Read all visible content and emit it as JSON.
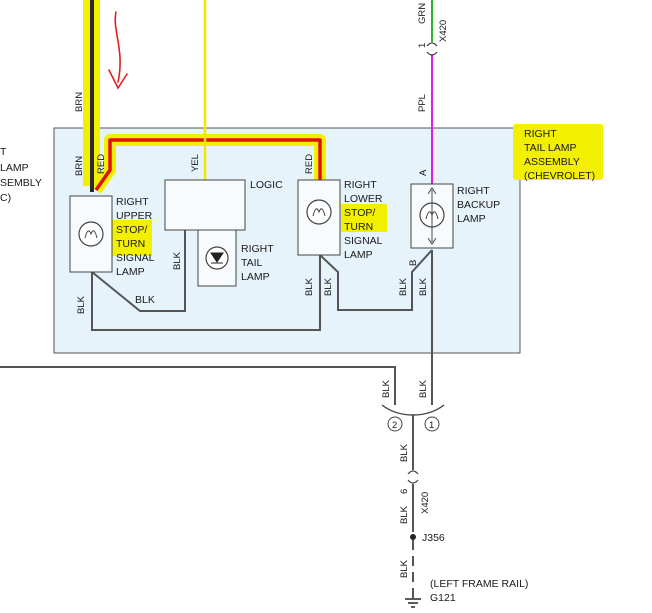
{
  "assembly": {
    "name_lines": [
      "RIGHT",
      "TAIL LAMP",
      "ASSEMBLY",
      "(CHEVROLET)"
    ],
    "left_cut_lines": [
      "T",
      "LAMP",
      "SEMBLY",
      "C)"
    ]
  },
  "wires": {
    "brn_top": "BRN",
    "brn_inner": "BRN",
    "red_upper": "RED",
    "yel": "YEL",
    "red_lower": "RED",
    "ppl": "PPL",
    "grn": "GRN",
    "blk_upper_lamp": "BLK",
    "blk_bottom": "BLK",
    "blk_tail": "BLK",
    "blk_lower_a": "BLK",
    "blk_lower_b": "BLK",
    "blk_backup_a": "BLK",
    "blk_backup_b": "BLK",
    "blk_split_left": "BLK",
    "blk_split_right": "BLK",
    "blk_mid": "BLK",
    "blk_lower_connector": "BLK",
    "blk_ground": "BLK"
  },
  "connectors": {
    "top_pin": "1",
    "top_id": "X420",
    "bottom_pin": "6",
    "bottom_id": "X420"
  },
  "components": {
    "upper_lamp": [
      "RIGHT",
      "UPPER",
      "STOP/",
      "TURN",
      "SIGNAL",
      "LAMP"
    ],
    "logic": "LOGIC",
    "tail_lamp": [
      "RIGHT",
      "TAIL",
      "LAMP"
    ],
    "lower_lamp": [
      "RIGHT",
      "LOWER",
      "STOP/",
      "TURN",
      "SIGNAL",
      "LAMP"
    ],
    "backup_lamp": [
      "RIGHT",
      "BACKUP",
      "LAMP"
    ],
    "pin_a": "A",
    "pin_b": "B"
  },
  "splice": {
    "left": "2",
    "right": "1"
  },
  "ground": {
    "junction": "J356",
    "location": "(LEFT FRAME RAIL)",
    "id": "G121"
  },
  "colors": {
    "highlight": "#f2f000",
    "trace": "#e01010",
    "wire": "#555555",
    "yel_wire": "#f5e400",
    "ppl_wire": "#e020e0",
    "grn_wire": "#30b030",
    "panel": "#e6f3fb",
    "panel_border": "#555555"
  }
}
